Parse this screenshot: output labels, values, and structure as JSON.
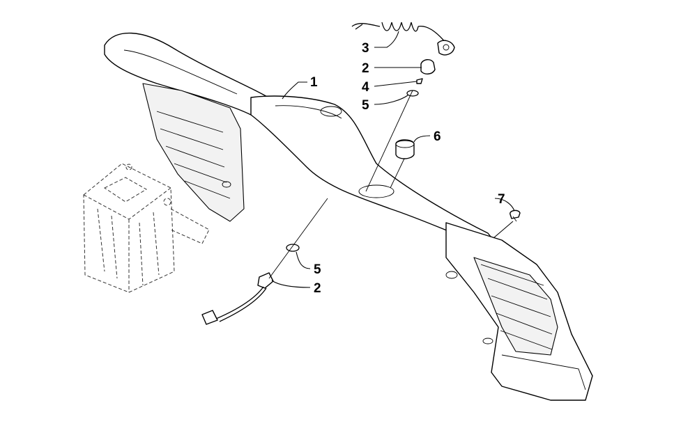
{
  "callouts": [
    {
      "id": "c1",
      "label": "1"
    },
    {
      "id": "c2a",
      "label": "2"
    },
    {
      "id": "c2b",
      "label": "2"
    },
    {
      "id": "c3",
      "label": "3"
    },
    {
      "id": "c4",
      "label": "4"
    },
    {
      "id": "c5a",
      "label": "5"
    },
    {
      "id": "c5b",
      "label": "5"
    },
    {
      "id": "c6",
      "label": "6"
    },
    {
      "id": "c7",
      "label": "7"
    }
  ]
}
